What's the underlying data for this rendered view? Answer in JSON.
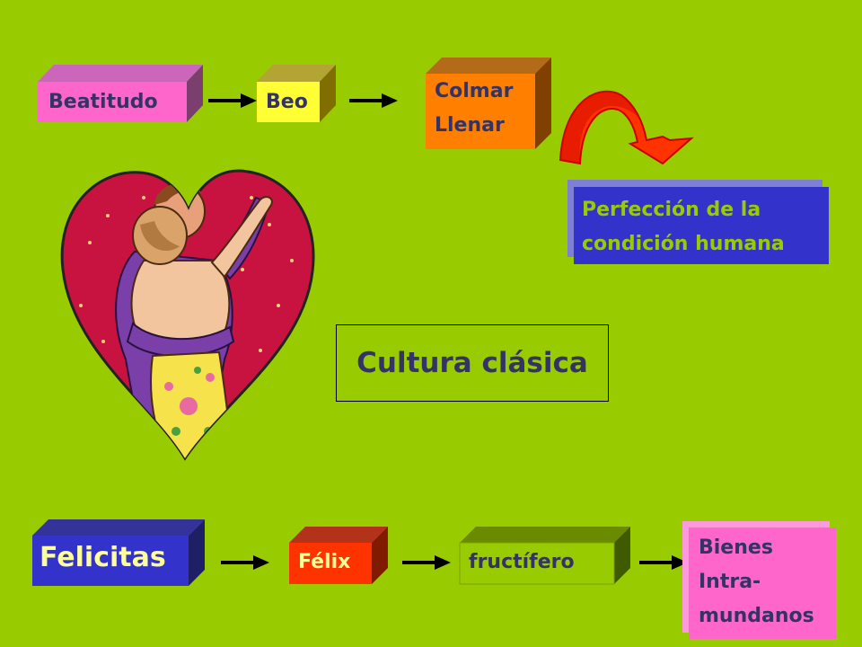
{
  "top_row": {
    "beatitudo": "Beatitudo",
    "beo": "Beo",
    "colmar": "Colmar",
    "llenar": "Llenar"
  },
  "perfeccion": {
    "line1": "Perfección de la",
    "line2": "condición humana"
  },
  "center_label": "Cultura clásica",
  "bottom_row": {
    "felicitas": "Felicitas",
    "felix": "Félix",
    "fructifero": "fructífero",
    "bienes_1": "Bienes",
    "bienes_2": "Intra-",
    "bienes_3": "mundanos"
  },
  "colors": {
    "background": "#99cc00",
    "text_dark": "#333366",
    "pink": "#ff66cc",
    "yellow": "#ffff33",
    "orange": "#ff8000",
    "blue": "#3333cc",
    "red_orange": "#ff3300",
    "heart": "#c8123f"
  }
}
